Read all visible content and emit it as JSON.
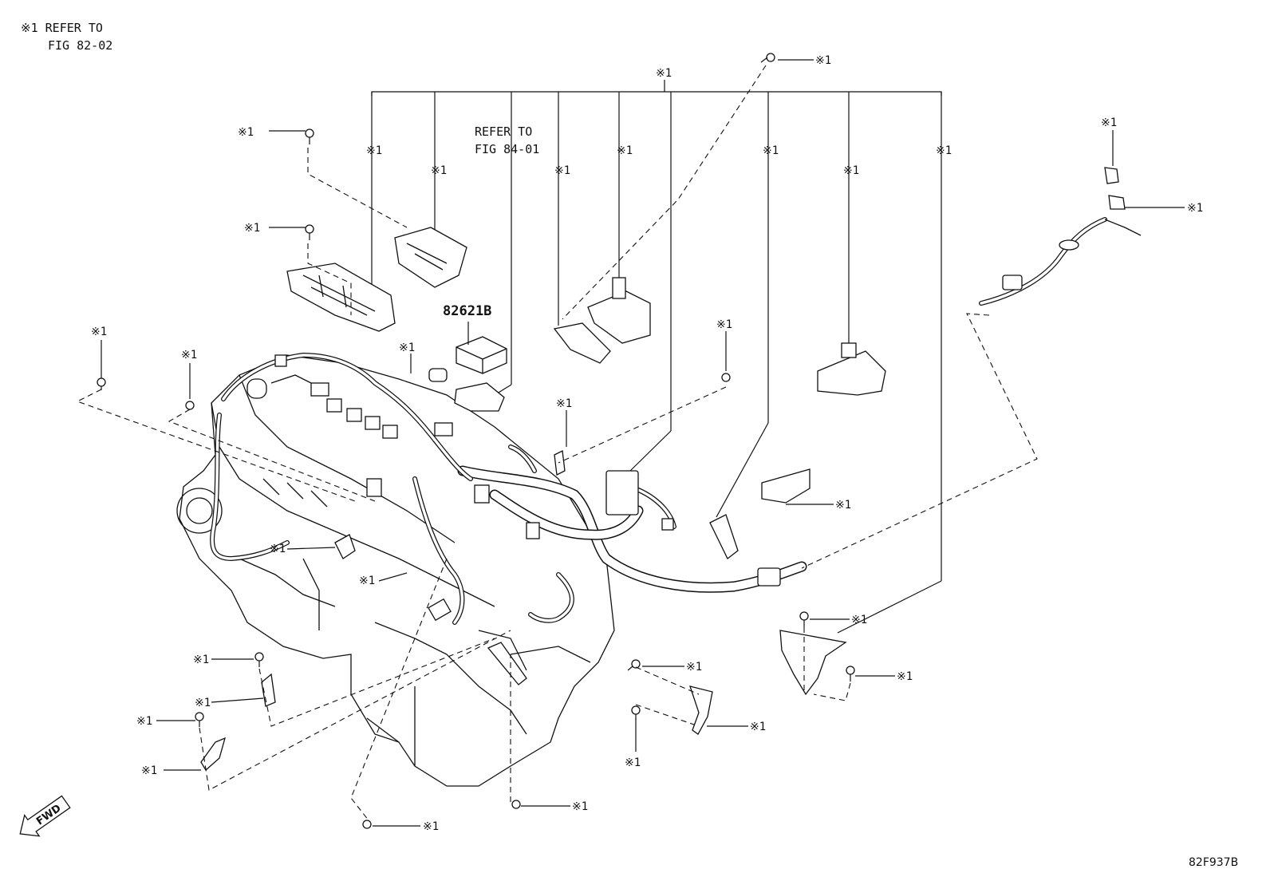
{
  "diagram": {
    "ref_notes": [
      {
        "mark": "※1",
        "line1": "REFER TO",
        "line2": "FIG 82-02"
      },
      {
        "line1": "REFER TO",
        "line2": "FIG 84-01"
      }
    ],
    "part_number": "82621B",
    "figure_code": "82F937B",
    "callout_mark": "※1",
    "fwd_label": "FWD"
  }
}
